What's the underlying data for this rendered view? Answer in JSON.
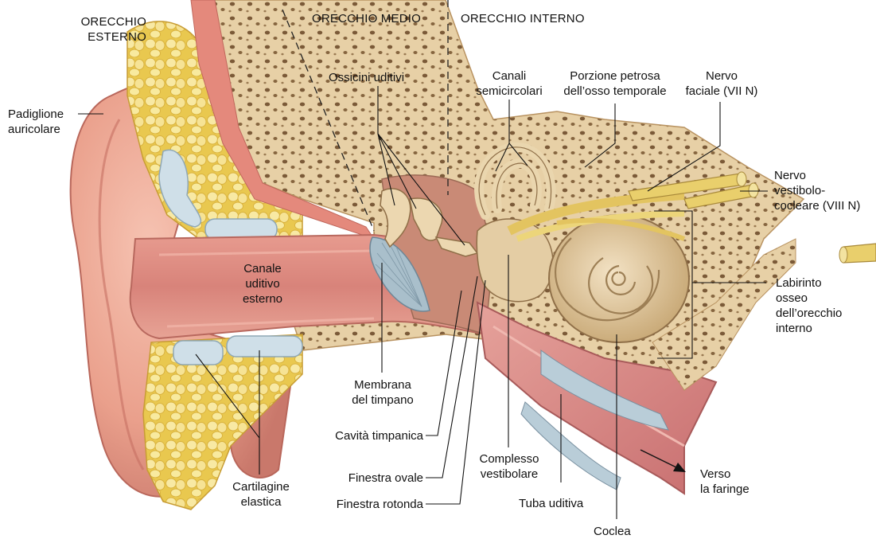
{
  "sections": {
    "external": [
      "ORECCHIO",
      "ESTERNO"
    ],
    "middle": "ORECCHIO MEDIO",
    "inner": "ORECCHIO INTERNO"
  },
  "labels": {
    "padiglione": [
      "Padiglione",
      "auricolare"
    ],
    "canale": [
      "Canale",
      "uditivo",
      "esterno"
    ],
    "cartilagine": [
      "Cartilagine",
      "elastica"
    ],
    "ossicini": "Ossicini uditivi",
    "membrana": [
      "Membrana",
      "del timpano"
    ],
    "cavita": "Cavità timpanica",
    "finestra_ovale": "Finestra ovale",
    "finestra_rotonda": "Finestra rotonda",
    "canali": [
      "Canali",
      "semicircolari"
    ],
    "porzione": [
      "Porzione petrosa",
      "dell’osso temporale"
    ],
    "nervo_faciale": [
      "Nervo",
      "faciale (VII N)"
    ],
    "nervo_vestibolo": [
      "Nervo",
      "vestibolo-",
      "cocleare (VIII N)"
    ],
    "labirinto": [
      "Labirinto",
      "osseo",
      "dell’orecchio",
      "interno"
    ],
    "complesso": [
      "Complesso",
      "vestibolare"
    ],
    "tuba": "Tuba uditiva",
    "coclea": "Coclea",
    "verso": [
      "Verso",
      "la faringe"
    ]
  },
  "colors": {
    "skin": "#e9a08e",
    "skin_dark": "#d27a6c",
    "canal": "#d9857a",
    "bone": "#e8d3ad",
    "bone_pore": "#8a6a45",
    "fat": "#f3dc7a",
    "cartilage": "#c9d9e2",
    "nerve": "#e9cf6c",
    "cochlea": "#dcc29a",
    "tube": "#d7888a"
  }
}
